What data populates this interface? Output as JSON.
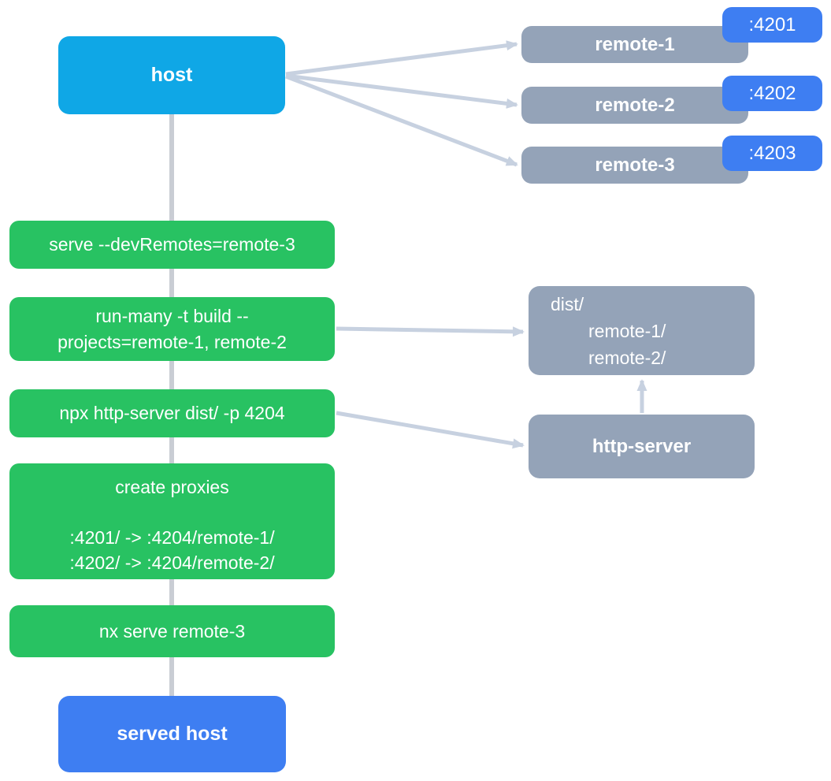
{
  "diagram": {
    "host": {
      "label": "host"
    },
    "remotes": [
      {
        "label": "remote-1",
        "port": ":4201"
      },
      {
        "label": "remote-2",
        "port": ":4202"
      },
      {
        "label": "remote-3",
        "port": ":4203"
      }
    ],
    "steps": [
      {
        "lines": [
          "serve --devRemotes=remote-3"
        ]
      },
      {
        "lines": [
          "run-many -t build --",
          "projects=remote-1, remote-2"
        ]
      },
      {
        "lines": [
          "npx http-server dist/ -p 4204"
        ]
      },
      {
        "title": "create proxies",
        "rules": [
          ":4201/ -> :4204/remote-1/",
          ":4202/ -> :4204/remote-2/"
        ]
      },
      {
        "lines": [
          "nx serve remote-3"
        ]
      }
    ],
    "dist": {
      "title": "dist/",
      "items": [
        "remote-1/",
        "remote-2/"
      ]
    },
    "http_server": {
      "label": "http-server"
    },
    "served_host": {
      "label": "served host"
    },
    "colors": {
      "host_blue": "#0FA7E6",
      "accent_blue": "#3E7EF2",
      "green": "#28C262",
      "gray": "#94A3B8",
      "connector": "#C7D1E0",
      "trunk": "#C9CDD4"
    }
  }
}
